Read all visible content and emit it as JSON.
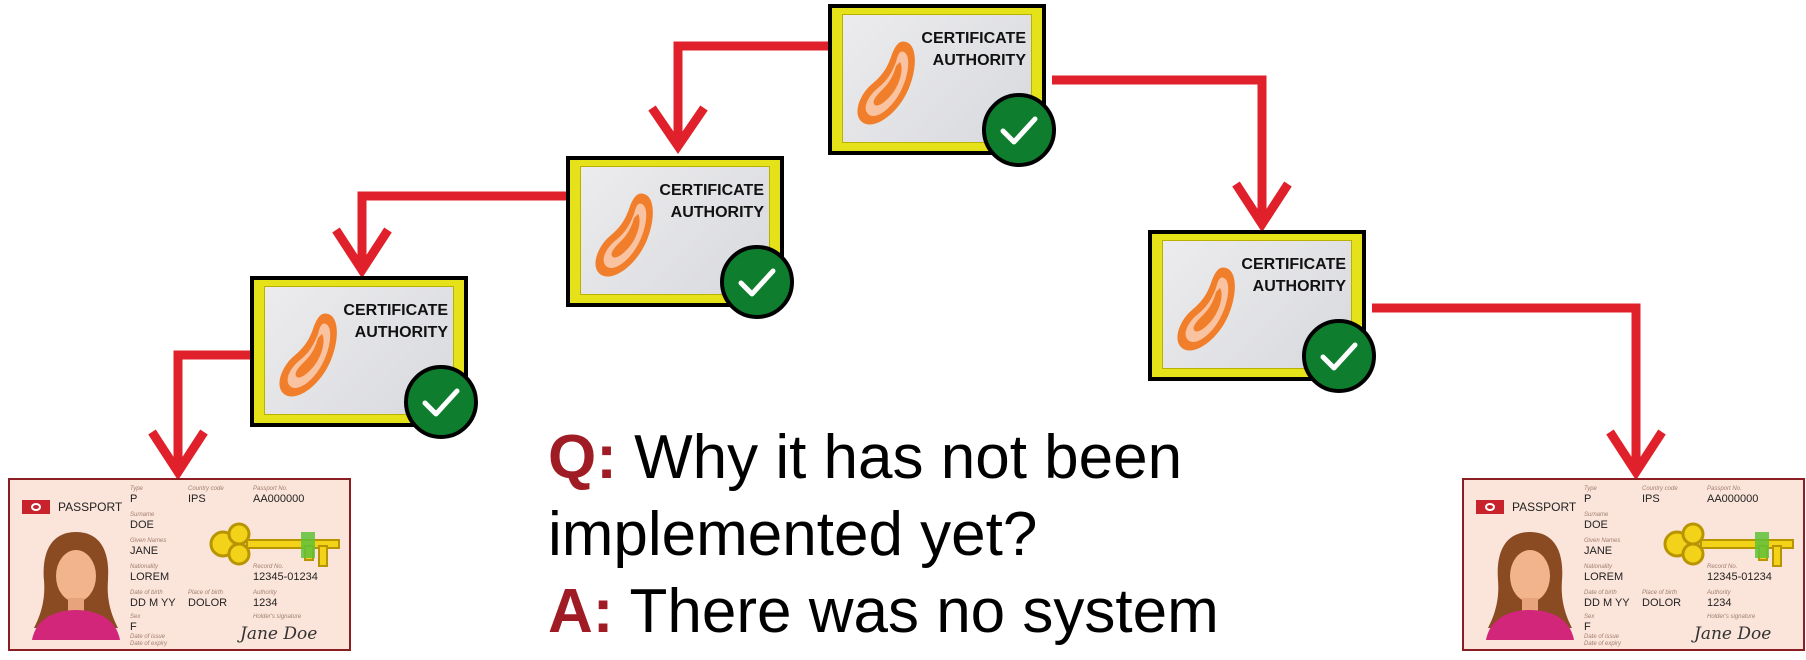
{
  "colors": {
    "arrow": "#e0202a",
    "qa_label": "#a01c24",
    "ca_frame": "#e6e21a",
    "check_green": "#0e7e2e"
  },
  "ca_boxes": [
    {
      "line1": "CERTIFICATE",
      "line2": "AUTHORITY",
      "icons": [
        "seal-icon",
        "checkmark-icon"
      ]
    },
    {
      "line1": "CERTIFICATE",
      "line2": "AUTHORITY",
      "icons": [
        "seal-icon",
        "checkmark-icon"
      ]
    },
    {
      "line1": "CERTIFICATE",
      "line2": "AUTHORITY",
      "icons": [
        "seal-icon",
        "checkmark-icon"
      ]
    },
    {
      "line1": "CERTIFICATE",
      "line2": "AUTHORITY",
      "icons": [
        "seal-icon",
        "checkmark-icon"
      ]
    }
  ],
  "passports": [
    {
      "title": "PASSPORT",
      "labels": {
        "type": "Type",
        "country": "Country code",
        "passport_no": "Passport No.",
        "surname": "Surname",
        "given": "Given Names",
        "nationality": "Nationality",
        "record": "Record No.",
        "dob": "Date of birth",
        "pob": "Place of birth",
        "authority": "Authority",
        "sex": "Sex",
        "holder_sig": "Holder's signature",
        "issue": "Date of issue",
        "expiry": "Date of expiry"
      },
      "values": {
        "type": "P",
        "country": "IPS",
        "passport_no": "AA000000",
        "surname": "DOE",
        "given": "JANE",
        "nationality": "LOREM",
        "record": "12345-01234",
        "dob": "DD M YY",
        "pob": "DOLOR",
        "authority": "1234",
        "sex": "F"
      },
      "signature": "Jane Doe",
      "icons": [
        "person-photo-icon",
        "key-icon"
      ]
    },
    {
      "title": "PASSPORT",
      "labels": {
        "type": "Type",
        "country": "Country code",
        "passport_no": "Passport No.",
        "surname": "Surname",
        "given": "Given Names",
        "nationality": "Nationality",
        "record": "Record No.",
        "dob": "Date of birth",
        "pob": "Place of birth",
        "authority": "Authority",
        "sex": "Sex",
        "holder_sig": "Holder's signature",
        "issue": "Date of issue",
        "expiry": "Date of expiry"
      },
      "values": {
        "type": "P",
        "country": "IPS",
        "passport_no": "AA000000",
        "surname": "DOE",
        "given": "JANE",
        "nationality": "LOREM",
        "record": "12345-01234",
        "dob": "DD M YY",
        "pob": "DOLOR",
        "authority": "1234",
        "sex": "F"
      },
      "signature": "Jane Doe",
      "icons": [
        "person-photo-icon",
        "key-icon"
      ]
    }
  ],
  "qa": {
    "q_label": "Q:",
    "q_line1": " Why it has not been",
    "q_line2": "implemented yet?",
    "a_label": "A:",
    "a_line1": " There was no system"
  }
}
